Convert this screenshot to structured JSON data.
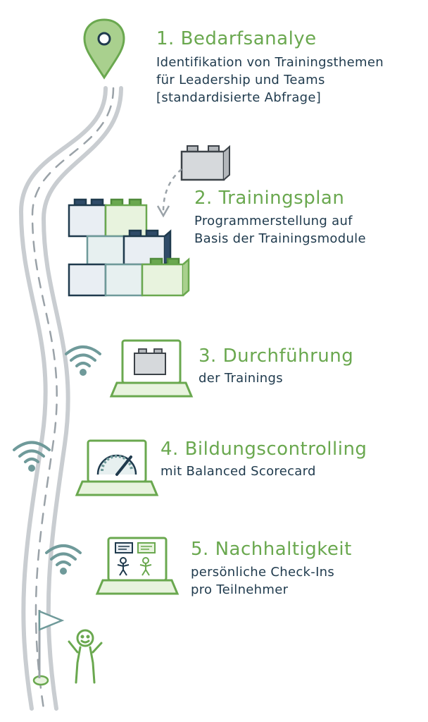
{
  "steps": [
    {
      "title": "1. Bedarfsanalye",
      "lines": [
        "Identifikation von Trainingsthemen",
        "für Leadership und Teams",
        "[standardisierte Abfrage]"
      ]
    },
    {
      "title": "2. Trainingsplan",
      "lines": [
        "Programmerstellung auf",
        "Basis der Trainingsmodule"
      ]
    },
    {
      "title": "3. Durchführung",
      "lines": [
        "der Trainings"
      ]
    },
    {
      "title": "4. Bildungscontrolling",
      "lines": [
        "mit Balanced Scorecard"
      ]
    },
    {
      "title": "5. Nachhaltigkeit",
      "lines": [
        "persönliche Check-Ins",
        "pro Teilnehmer"
      ]
    }
  ],
  "colors": {
    "accent_green": "#6aa84f",
    "light_green": "#a9d08e",
    "navy": "#1f3a4d",
    "teal_gray": "#6f9a9a",
    "road_gray": "#c9cdd1",
    "brick_gray": "#b3b7bb"
  },
  "icons": [
    "location-pin-icon",
    "lego-brick-icon",
    "laptop-icon",
    "wifi-icon",
    "speedometer-icon",
    "chat-bubble-icon",
    "person-icon",
    "finish-flag-icon"
  ]
}
